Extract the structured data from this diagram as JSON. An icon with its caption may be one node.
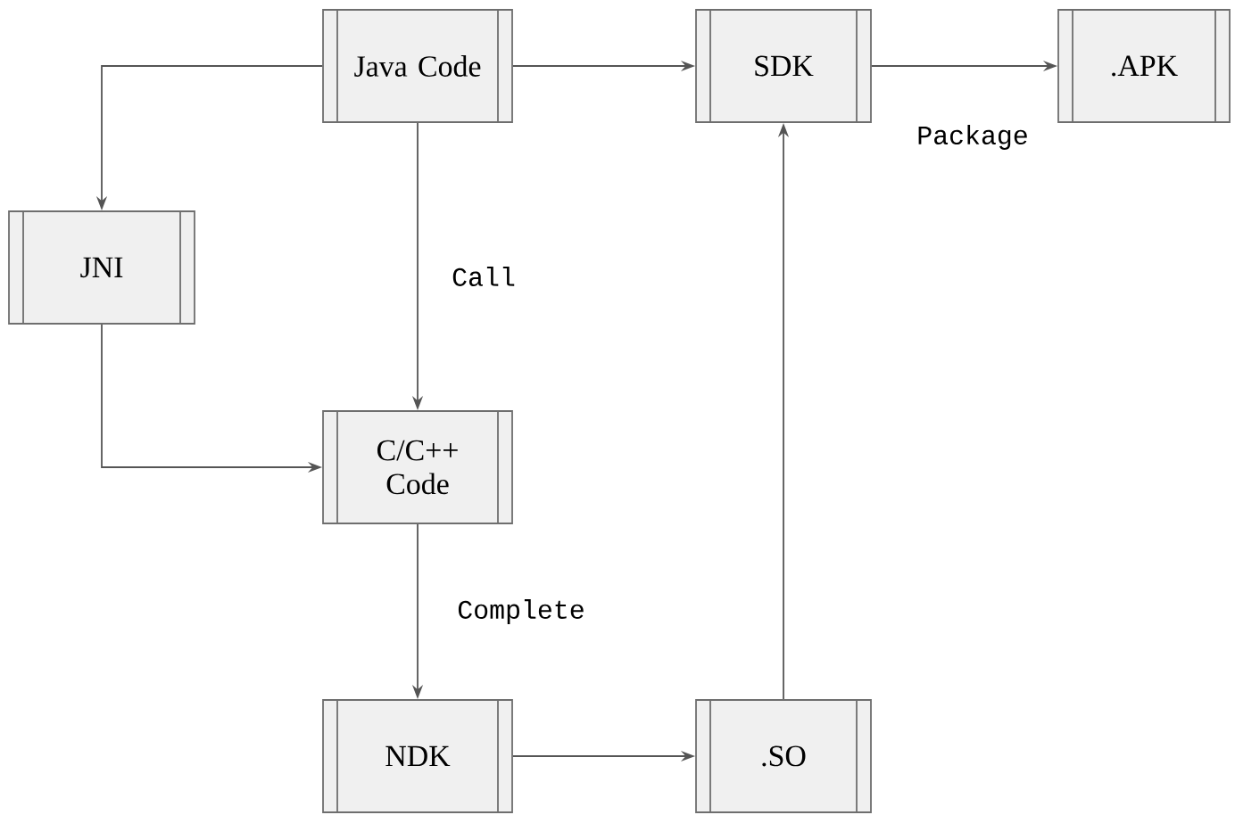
{
  "diagram": {
    "nodes": [
      {
        "text": [
          "Java Code"
        ]
      },
      {
        "text": [
          "SDK"
        ]
      },
      {
        "text": [
          ".APK"
        ]
      },
      {
        "text": [
          "JNI"
        ]
      },
      {
        "text": [
          "C/C++ Code"
        ]
      },
      {
        "text": [
          "NDK"
        ]
      },
      {
        "text": [
          ".SO"
        ]
      }
    ],
    "edges": [
      {
        "from": 0,
        "to": 1,
        "arrow": "to"
      },
      {
        "from": 1,
        "to": 2,
        "arrow": "to",
        "label": "Package"
      },
      {
        "from": 0,
        "to": 3,
        "arrow": "to"
      },
      {
        "from": 0,
        "to": 4,
        "arrow": "to",
        "label": "Call"
      },
      {
        "from": 3,
        "to": 4,
        "arrow": "to"
      },
      {
        "from": 4,
        "to": 5,
        "arrow": "to",
        "label": "Complete"
      },
      {
        "from": 5,
        "to": 6,
        "arrow": "to"
      },
      {
        "from": 6,
        "to": 1,
        "arrow": "to"
      }
    ]
  }
}
